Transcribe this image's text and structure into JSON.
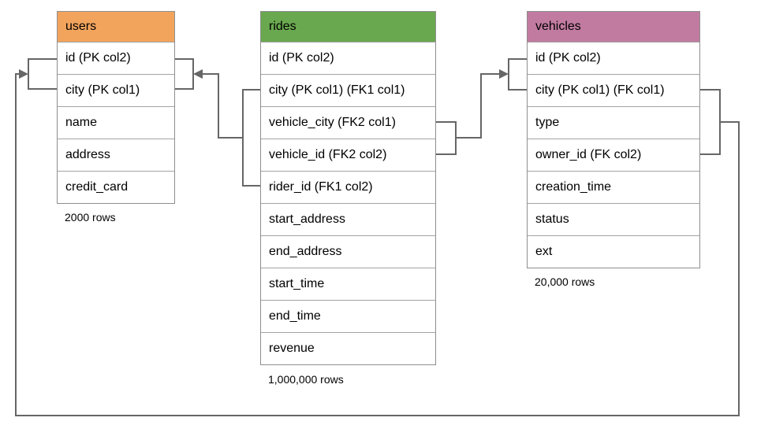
{
  "diagram": {
    "connector_color": "#666666",
    "table_border_color": "#8e8e8e",
    "row_divider_color": "#a3a3a3"
  },
  "tables": [
    {
      "name": "users",
      "header_color": "#f2a45c",
      "row_count": "2000 rows",
      "columns": [
        "id (PK col2)",
        "city (PK col1)",
        "name",
        "address",
        "credit_card"
      ]
    },
    {
      "name": "rides",
      "header_color": "#6aa84f",
      "row_count": "1,000,000 rows",
      "columns": [
        "id (PK col2)",
        "city (PK col1) (FK1 col1)",
        "vehicle_city (FK2 col1)",
        "vehicle_id (FK2 col2)",
        "rider_id (FK1 col2)",
        "start_address",
        "end_address",
        "start_time",
        "end_time",
        "revenue"
      ]
    },
    {
      "name": "vehicles",
      "header_color": "#c27ba0",
      "row_count": "20,000 rows",
      "columns": [
        "id (PK col2)",
        "city (PK col1) (FK col1)",
        "type",
        "owner_id (FK col2)",
        "creation_time",
        "status",
        "ext"
      ]
    }
  ],
  "relationships": [
    {
      "from": "rides (city, rider_id)",
      "to": "users (id, city)"
    },
    {
      "from": "rides (vehicle_city, vehicle_id)",
      "to": "vehicles (id, city)"
    },
    {
      "from": "vehicles (city, owner_id)",
      "to": "users (id, city)"
    }
  ]
}
